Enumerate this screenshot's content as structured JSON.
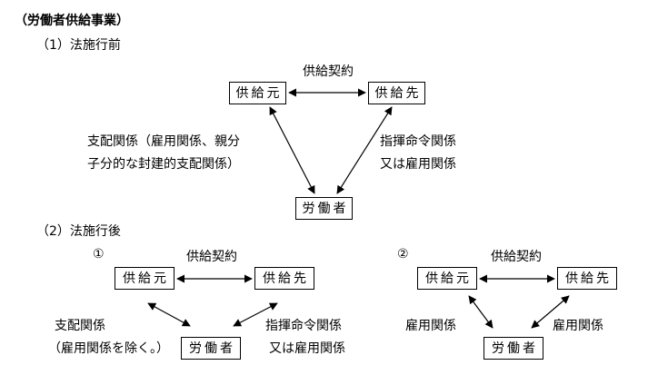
{
  "heading": "（労働者供給事業）",
  "section1": {
    "label": "（1）法施行前",
    "supplier": "供給元",
    "receiver": "供給先",
    "worker": "労働者",
    "contract": "供給契約",
    "left_relation_line1": "支配関係（雇用関係、親分",
    "left_relation_line2": "子分的な封建的支配関係）",
    "right_relation_line1": "指揮命令関係",
    "right_relation_line2": "又は雇用関係"
  },
  "section2": {
    "label": "（2）法施行後",
    "case1": {
      "marker": "①",
      "supplier": "供給元",
      "receiver": "供給先",
      "worker": "労働者",
      "contract": "供給契約",
      "left_relation_line1": "支配関係",
      "left_relation_line2": "（雇用関係を除く。）",
      "right_relation_line1": "指揮命令関係",
      "right_relation_line2": "又は雇用関係"
    },
    "case2": {
      "marker": "②",
      "supplier": "供給元",
      "receiver": "供給先",
      "worker": "労働者",
      "contract": "供給契約",
      "left_relation": "雇用関係",
      "right_relation": "雇用関係"
    }
  }
}
